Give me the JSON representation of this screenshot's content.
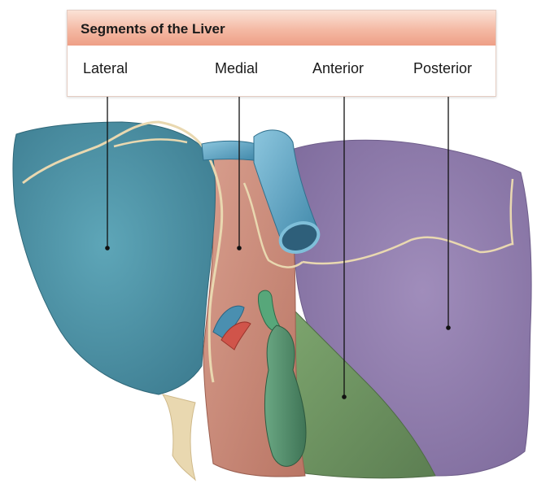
{
  "figure": {
    "title": "Segments of the Liver",
    "segments": [
      {
        "key": "lateral",
        "label": "Lateral",
        "color": "#4f93a6"
      },
      {
        "key": "medial",
        "label": "Medial",
        "color": "#c98c7a"
      },
      {
        "key": "anterior",
        "label": "Anterior",
        "color": "#6f8f63"
      },
      {
        "key": "posterior",
        "label": "Posterior",
        "color": "#8a77a6"
      }
    ],
    "structure_colors": {
      "vein": "#5fa7c6",
      "artery": "#d0544a",
      "portal_vein": "#4a8fb0",
      "gallbladder": "#4f8a66",
      "ligament": "#e9d8b0"
    }
  }
}
